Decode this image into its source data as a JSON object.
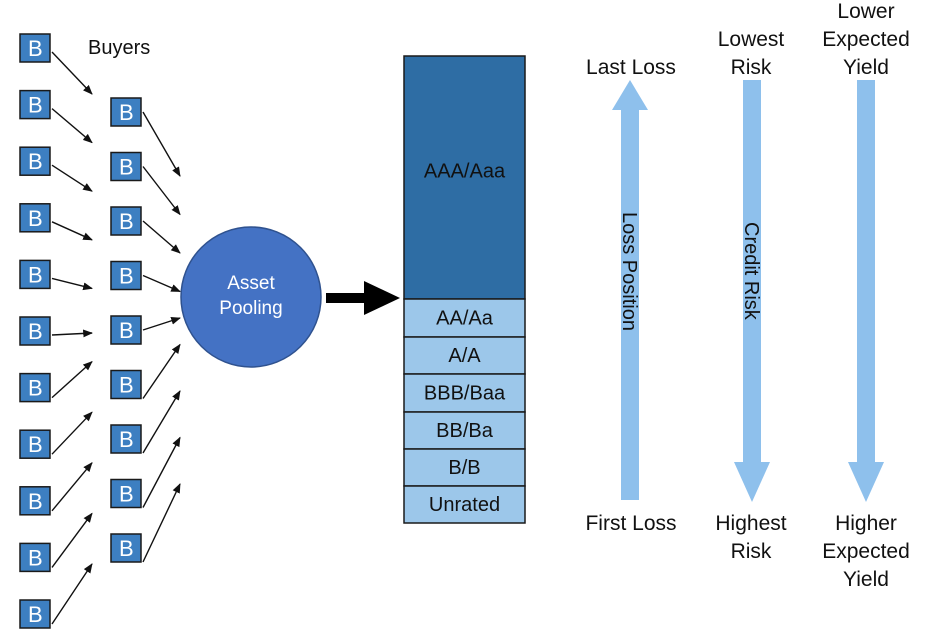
{
  "buyers_label": "Buyers",
  "buyer_box_text": "B",
  "pool_label": [
    "Asset",
    "Pooling"
  ],
  "tranches": [
    "AAA/Aaa",
    "AA/Aa",
    "A/A",
    "BBB/Baa",
    "BB/Ba",
    "B/B",
    "Unrated"
  ],
  "loss_axis": {
    "label": "Loss Position",
    "top": "Last Loss",
    "bottom": "First Loss"
  },
  "risk_axis": {
    "label": "Credit Risk",
    "top": [
      "Lowest",
      "Risk"
    ],
    "bottom": [
      "Highest",
      "Risk"
    ]
  },
  "yield_axis": {
    "top": [
      "Lower",
      "Expected",
      "Yield"
    ],
    "bottom": [
      "Higher",
      "Expected",
      "Yield"
    ]
  },
  "colors": {
    "buyer_box": "#3d7fc1",
    "pool_circle": "#4472c4",
    "senior_tranche": "#2e6da4",
    "junior_tranche": "#9cc7ea",
    "axis_bar": "#8ec0ec"
  }
}
